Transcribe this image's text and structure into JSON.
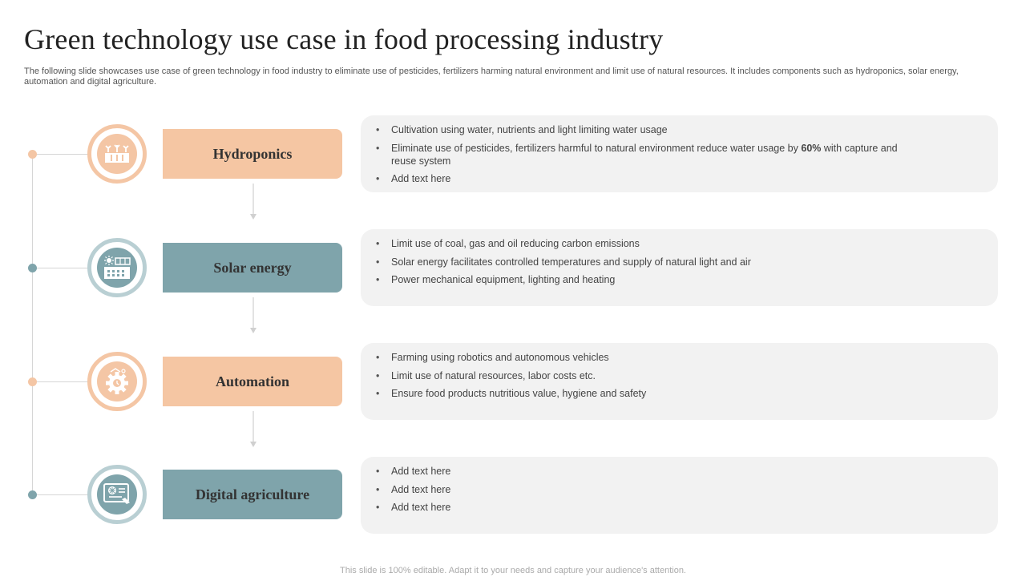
{
  "slide": {
    "title": "Green technology use case in food processing industry",
    "subtitle": "The following slide showcases use case of green technology in food industry to  eliminate use of pesticides, fertilizers harming natural environment and  limit use of natural resources. It includes components such as hydroponics, solar energy, automation and digital agriculture.",
    "footer": "This slide is 100% editable. Adapt it to your needs and capture your audience's attention."
  },
  "colors": {
    "peach": "#f4c6a5",
    "teal": "#7fa4ab",
    "panel": "#f2f2f2"
  },
  "items": [
    {
      "label": "Hydroponics",
      "icon": "hydroponics-plants-icon",
      "bullets": [
        "Cultivation  using water,  nutrients and  light limiting water usage",
        "Eliminate use of pesticides, fertilizers harmful  to natural environment   reduce water usage by",
        "Add text here"
      ],
      "bullet_emphasis": "60%",
      "bullet_tail": " with capture and reuse system"
    },
    {
      "label": "Solar energy",
      "icon": "solar-panel-factory-icon",
      "bullets": [
        "Limit use of coal, gas and oil reducing carbon emissions",
        "Solar energy facilitates controlled temperatures  and supply of natural light and air",
        "Power mechanical equipment,  lighting and heating"
      ]
    },
    {
      "label": "Automation",
      "icon": "automation-gear-icon",
      "bullets": [
        "Farming using robotics and autonomous vehicles",
        "Limit use of natural resources, labor costs etc.",
        "Ensure food products nutritious value,  hygiene and safety"
      ]
    },
    {
      "label": "Digital agriculture",
      "icon": "digital-agriculture-tablet-icon",
      "bullets": [
        "Add text here",
        "Add text here",
        "Add text here"
      ]
    }
  ]
}
